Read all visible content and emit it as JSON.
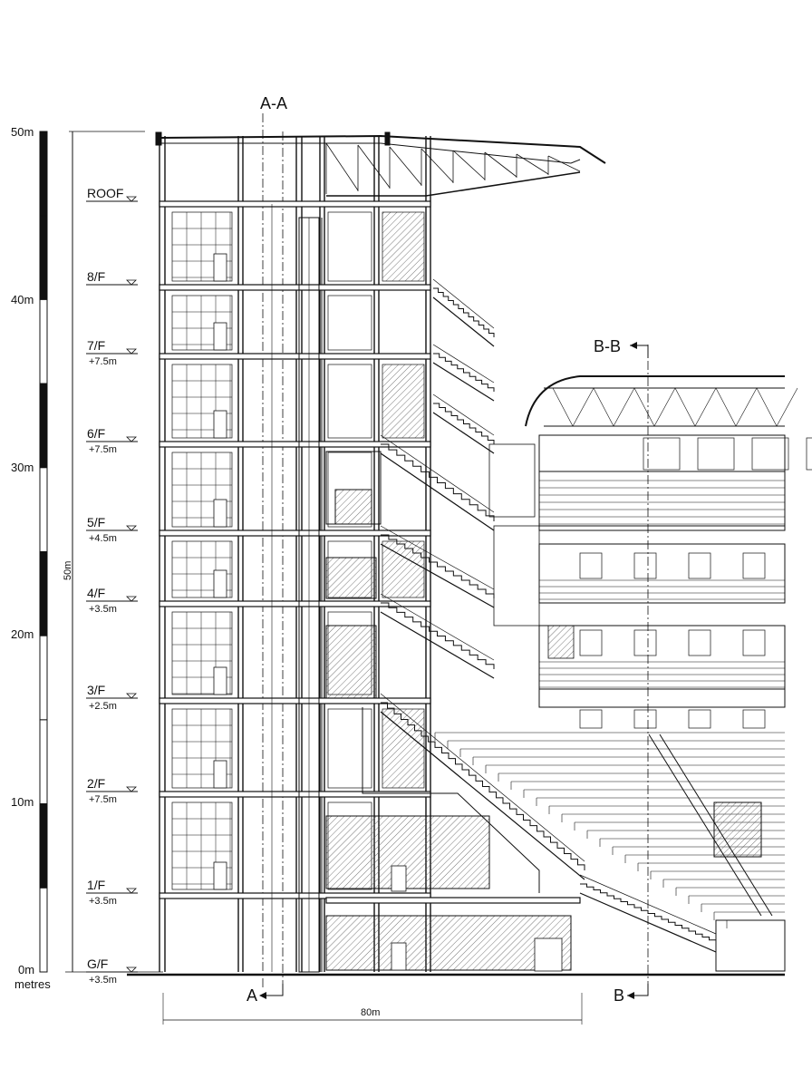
{
  "scale_bar": {
    "ticks": [
      "50m",
      "40m",
      "30m",
      "20m",
      "10m",
      "0m"
    ],
    "unit_label": "metres",
    "height_dimension": "50m"
  },
  "levels": [
    {
      "name": "ROOF",
      "height": ""
    },
    {
      "name": "8/F",
      "height": ""
    },
    {
      "name": "7/F",
      "height": "+7.5m"
    },
    {
      "name": "6/F",
      "height": "+7.5m"
    },
    {
      "name": "5/F",
      "height": "+4.5m"
    },
    {
      "name": "4/F",
      "height": "+3.5m"
    },
    {
      "name": "3/F",
      "height": "+2.5m"
    },
    {
      "name": "2/F",
      "height": "+7.5m"
    },
    {
      "name": "1/F",
      "height": "+3.5m"
    },
    {
      "name": "G/F",
      "height": "+3.5m"
    }
  ],
  "sections": {
    "aa_title": "A-A",
    "aa_mark": "A",
    "bb_title": "B-B",
    "bb_mark": "B"
  },
  "width_dimension": "80m",
  "colors": {
    "ink": "#111111",
    "hatch": "#555555"
  }
}
